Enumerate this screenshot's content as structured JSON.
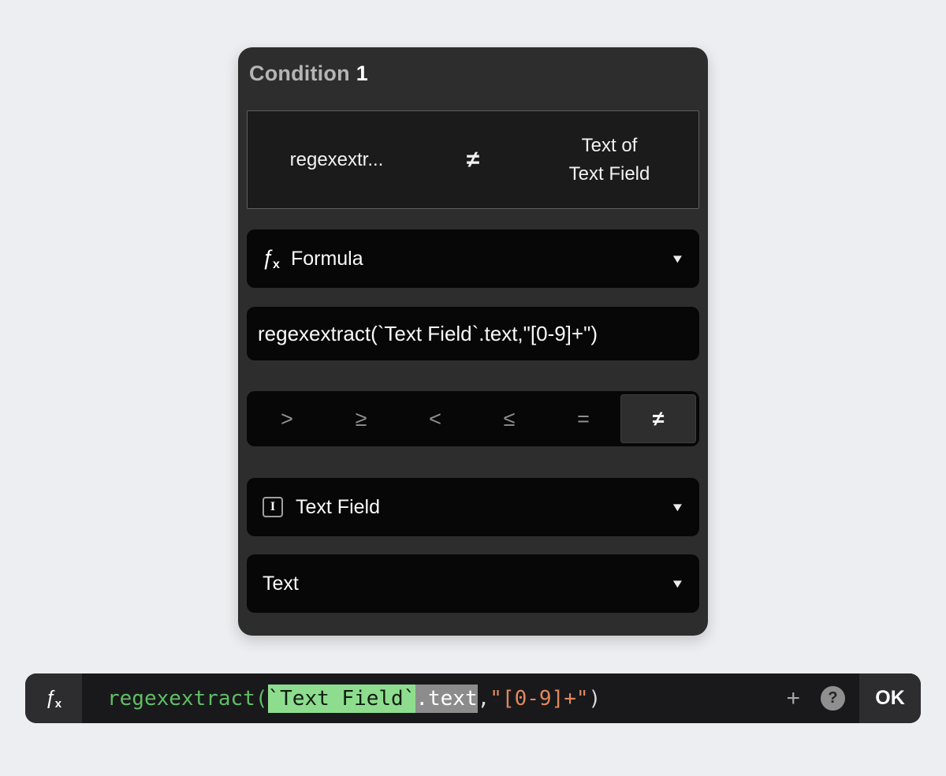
{
  "condition_panel": {
    "title_label": "Condition",
    "title_number": "1",
    "summary": {
      "left_value": "regexextr...",
      "operator": "≠",
      "right_value_line1": "Text of",
      "right_value_line2": "Text Field"
    },
    "type_dropdown": {
      "label": "Formula"
    },
    "formula_field": {
      "value": "regexextract(`Text Field`.text,\"[0-9]+\")"
    },
    "operators": [
      {
        "name": "greater-than",
        "glyph": ">",
        "selected": false
      },
      {
        "name": "greater-or-equal",
        "glyph": "≥",
        "selected": false
      },
      {
        "name": "less-than",
        "glyph": "<",
        "selected": false
      },
      {
        "name": "less-or-equal",
        "glyph": "≤",
        "selected": false
      },
      {
        "name": "equal",
        "glyph": "=",
        "selected": false
      },
      {
        "name": "not-equal",
        "glyph": "≠",
        "selected": true
      }
    ],
    "element_dropdown": {
      "label": "Text Field",
      "icon_char": "I"
    },
    "property_dropdown": {
      "label": "Text"
    }
  },
  "formula_bar": {
    "tokens": [
      {
        "style": "fn",
        "text": "regexextract("
      },
      {
        "style": "element",
        "text": "`Text Field`"
      },
      {
        "style": "property",
        "text": ".text"
      },
      {
        "style": "plain",
        "text": ","
      },
      {
        "style": "string",
        "text": "\"[0-9]+\""
      },
      {
        "style": "plain",
        "text": ")"
      }
    ],
    "plus_label": "+",
    "help_label": "?",
    "ok_label": "OK"
  },
  "icons": {
    "fx_main": "ƒ",
    "fx_sub": "x",
    "caret_down": "▼"
  },
  "colors": {
    "page_background": "#edeef1",
    "panel_background": "#2d2d2d",
    "field_background": "#070707",
    "function_green": "#5fbe66",
    "element_highlight_green": "#8edd8f",
    "property_highlight_gray": "#8c8c8c",
    "string_orange": "#e1885e"
  }
}
